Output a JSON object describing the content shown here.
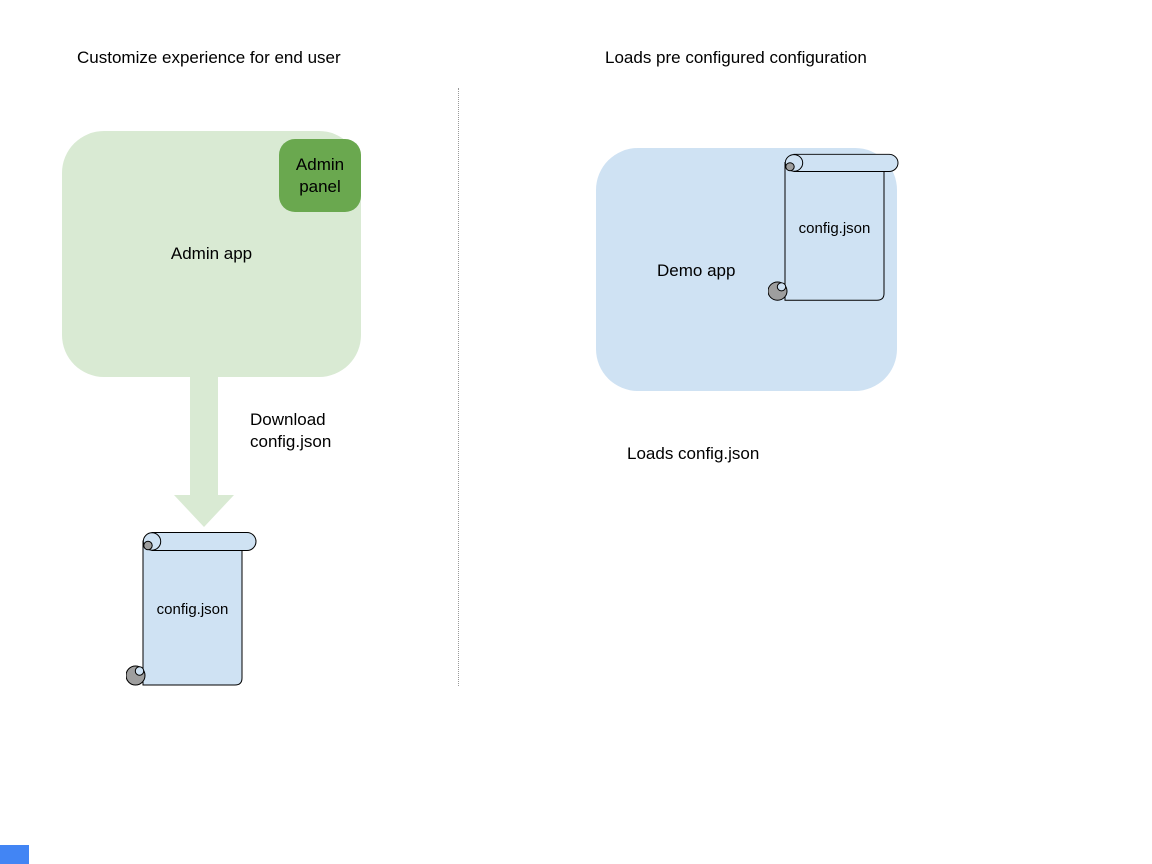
{
  "colors": {
    "light_green": "#d9ead3",
    "dark_green": "#6aa84f",
    "light_blue": "#cfe2f3",
    "arrow_green": "#d9ead3",
    "curl_gray": "#9e9e9e",
    "divider_gray": "#999999",
    "marker_blue": "#4285f4"
  },
  "left": {
    "title": "Customize experience for end user",
    "app_label": "Admin app",
    "panel_label": "Admin panel",
    "arrow_label_line1": "Download",
    "arrow_label_line2": "config.json",
    "file_label": "config.json"
  },
  "right": {
    "title": "Loads pre configured configuration",
    "app_label": "Demo app",
    "file_label": "config.json",
    "caption": "Loads config.json"
  }
}
